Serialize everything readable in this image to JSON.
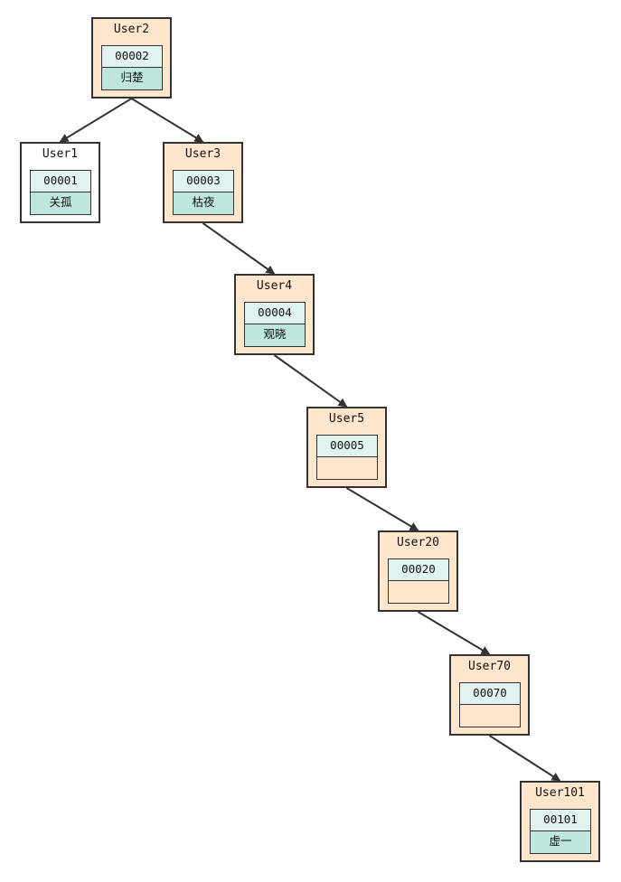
{
  "nodes": {
    "user1": {
      "title": "User1",
      "id": "00001",
      "name": "关孤",
      "highlight": false
    },
    "user2": {
      "title": "User2",
      "id": "00002",
      "name": "归楚",
      "highlight": true
    },
    "user3": {
      "title": "User3",
      "id": "00003",
      "name": "枯夜",
      "highlight": true
    },
    "user4": {
      "title": "User4",
      "id": "00004",
      "name": "观晓",
      "highlight": true
    },
    "user5": {
      "title": "User5",
      "id": "00005",
      "name": "",
      "highlight": true
    },
    "user20": {
      "title": "User20",
      "id": "00020",
      "name": "",
      "highlight": true
    },
    "user70": {
      "title": "User70",
      "id": "00070",
      "name": "",
      "highlight": true
    },
    "user101": {
      "title": "User101",
      "id": "00101",
      "name": "虚一",
      "highlight": true
    }
  },
  "edges": [
    [
      "user2",
      "user1"
    ],
    [
      "user2",
      "user3"
    ],
    [
      "user3",
      "user4"
    ],
    [
      "user4",
      "user5"
    ],
    [
      "user5",
      "user20"
    ],
    [
      "user20",
      "user70"
    ],
    [
      "user70",
      "user101"
    ]
  ],
  "colors": {
    "highlight_fill": "#ffe6cc",
    "id_cell_fill": "#e1f3ef",
    "name_cell_fill": "#bfe6dc",
    "stroke": "#333333"
  }
}
